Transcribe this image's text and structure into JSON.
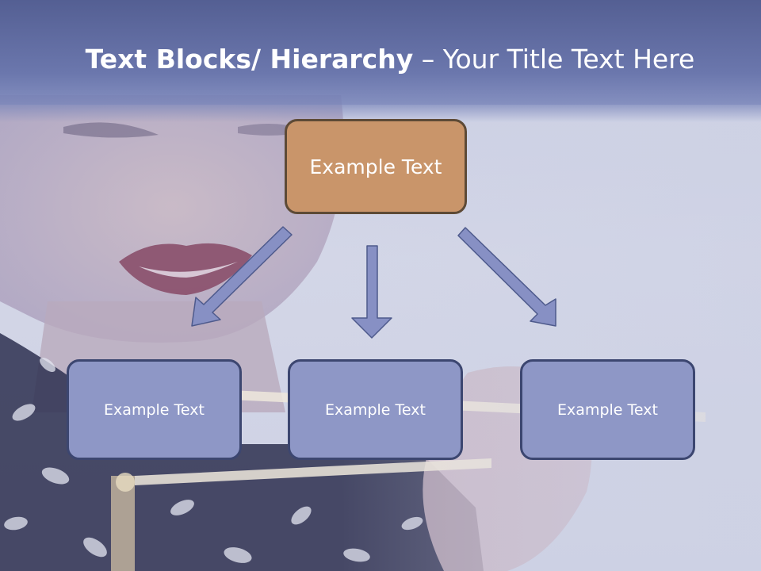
{
  "slide": {
    "title_bold": "Text Blocks/ Hierarchy",
    "title_rest": " – Your Title Text Here"
  },
  "hierarchy": {
    "top": {
      "label": "Example Text",
      "fill": "#c9956a",
      "border": "#5d4a36"
    },
    "children": [
      {
        "label": "Example Text"
      },
      {
        "label": "Example Text"
      },
      {
        "label": "Example Text"
      }
    ],
    "child_fill": "#8e97c6",
    "child_border": "#3c4670",
    "arrow_fill": "#8790c4",
    "arrow_stroke": "#4e5a8c"
  },
  "colors": {
    "title_bar": "#6b77ad",
    "background": "#cdd1e4"
  }
}
